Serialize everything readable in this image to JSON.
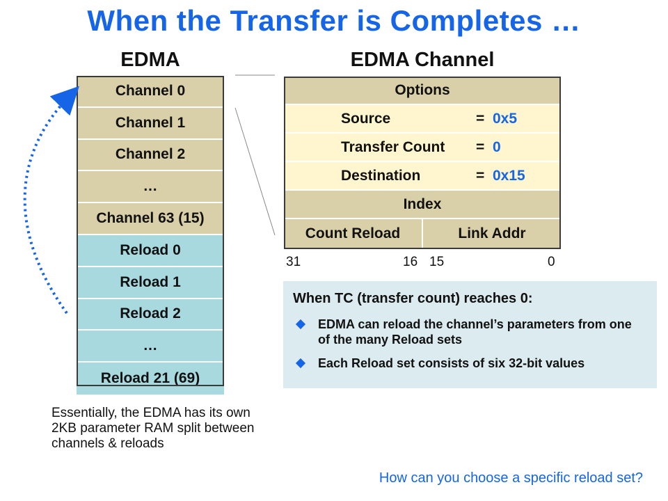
{
  "title": "When the Transfer is Completes …",
  "headers": {
    "edma": "EDMA",
    "channel": "EDMA Channel"
  },
  "edma_stack": {
    "channels": [
      "Channel 0",
      "Channel 1",
      "Channel 2",
      "…",
      "Channel 63 (15)"
    ],
    "reloads": [
      "Reload 0",
      "Reload 1",
      "Reload 2",
      "…",
      "Reload 21 (69)"
    ]
  },
  "edma_channel": {
    "options": "Options",
    "fields": [
      {
        "name": "Source",
        "eq": "=",
        "value": "0x5"
      },
      {
        "name": "Transfer Count",
        "eq": "=",
        "value": "0"
      },
      {
        "name": "Destination",
        "eq": "=",
        "value": "0x15"
      }
    ],
    "index": "Index",
    "count_reload": "Count Reload",
    "link_addr": "Link Addr",
    "bits": [
      "31",
      "16",
      "15",
      "0"
    ]
  },
  "note": {
    "heading": "When TC (transfer count) reaches 0:",
    "bullets": [
      "EDMA can reload the channel’s parameters from one of the many Reload sets",
      "Each Reload set consists of six 32-bit values"
    ]
  },
  "essentially": "Essentially, the EDMA has its own 2KB parameter RAM split between channels & reloads",
  "question": "How can you choose a specific reload set?",
  "colors": {
    "title_blue": "#1565e6",
    "channel_tan": "#d9cfa8",
    "reload_cyan": "#a8d9df",
    "field_cream": "#fff6d0",
    "note_bg": "#dcebf0"
  }
}
